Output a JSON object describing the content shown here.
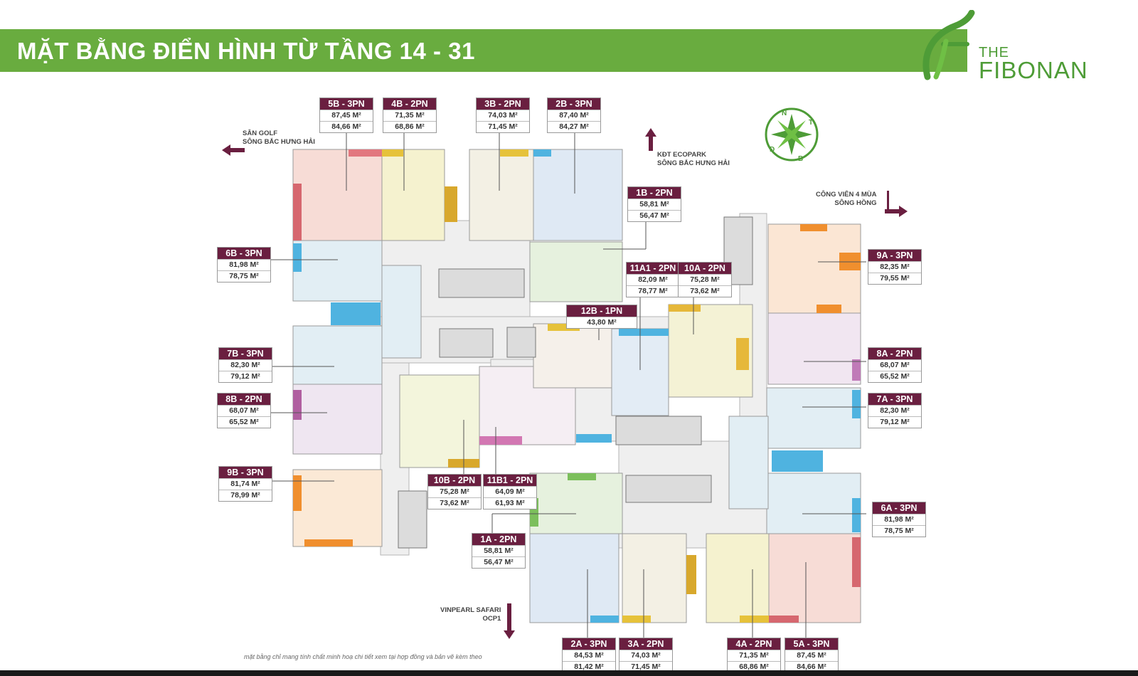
{
  "header": {
    "title": "MẶT BẰNG ĐIỂN HÌNH TỪ TẦNG 14 - 31"
  },
  "brand": {
    "the": "THE",
    "name": "FIBONAN",
    "color": "#4e9c37",
    "banner_color": "#69ac3f",
    "label_color": "#6a1f40"
  },
  "compass": {
    "n": "N",
    "t": "T",
    "d": "Đ",
    "b": "B"
  },
  "directions": {
    "west": {
      "line1": "SÂN GOLF",
      "line2": "SÔNG BẮC HƯNG HẢI"
    },
    "north": {
      "line1": "KĐT ECOPARK",
      "line2": "SÔNG BẮC HƯNG HẢI"
    },
    "east": {
      "line1": "CÔNG VIÊN 4 MÙA",
      "line2": "SÔNG HỒNG"
    },
    "south": {
      "line1": "VINPEARL SAFARI",
      "line2": "OCP1"
    }
  },
  "units": [
    {
      "name": "5B - 3PN",
      "a1": "87,45 M²",
      "a2": "84,66 M²"
    },
    {
      "name": "4B - 2PN",
      "a1": "71,35 M²",
      "a2": "68,86 M²"
    },
    {
      "name": "3B - 2PN",
      "a1": "74,03 M²",
      "a2": "71,45 M²"
    },
    {
      "name": "2B - 3PN",
      "a1": "87,40 M²",
      "a2": "84,27 M²"
    },
    {
      "name": "1B - 2PN",
      "a1": "58,81 M²",
      "a2": "56,47 M²"
    },
    {
      "name": "6B - 3PN",
      "a1": "81,98 M²",
      "a2": "78,75 M²"
    },
    {
      "name": "11A1 - 2PN",
      "a1": "82,09 M²",
      "a2": "78,77 M²"
    },
    {
      "name": "10A - 2PN",
      "a1": "75,28 M²",
      "a2": "73,62 M²"
    },
    {
      "name": "9A - 3PN",
      "a1": "82,35 M²",
      "a2": "79,55 M²"
    },
    {
      "name": "12B - 1PN",
      "a1": "43,80 M²",
      "a2": ""
    },
    {
      "name": "7B - 3PN",
      "a1": "82,30 M²",
      "a2": "79,12 M²"
    },
    {
      "name": "8A - 2PN",
      "a1": "68,07 M²",
      "a2": "65,52 M²"
    },
    {
      "name": "8B - 2PN",
      "a1": "68,07 M²",
      "a2": "65,52 M²"
    },
    {
      "name": "7A - 3PN",
      "a1": "82,30 M²",
      "a2": "79,12 M²"
    },
    {
      "name": "9B - 3PN",
      "a1": "81,74 M²",
      "a2": "78,99 M²"
    },
    {
      "name": "10B - 2PN",
      "a1": "75,28 M²",
      "a2": "73,62 M²"
    },
    {
      "name": "11B1 - 2PN",
      "a1": "64,09 M²",
      "a2": "61,93 M²"
    },
    {
      "name": "6A - 3PN",
      "a1": "81,98 M²",
      "a2": "78,75 M²"
    },
    {
      "name": "1A - 2PN",
      "a1": "58,81 M²",
      "a2": "56,47 M²"
    },
    {
      "name": "2A - 3PN",
      "a1": "84,53 M²",
      "a2": "81,42 M²"
    },
    {
      "name": "3A - 2PN",
      "a1": "74,03 M²",
      "a2": "71,45 M²"
    },
    {
      "name": "4A - 2PN",
      "a1": "71,35 M²",
      "a2": "68,86 M²"
    },
    {
      "name": "5A - 3PN",
      "a1": "87,45 M²",
      "a2": "84,66 M²"
    }
  ],
  "footnote": "mặt bằng chỉ mang tính chất minh hoạ chi tiết xem tại hợp đồng và bản vẽ kèm theo"
}
